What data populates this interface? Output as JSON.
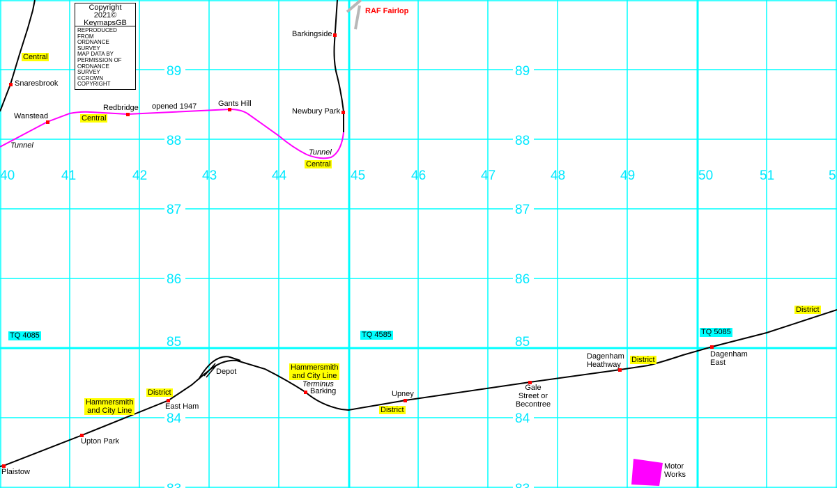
{
  "colors": {
    "grid": "#00ffff",
    "central_line": "#ff00ff",
    "track": "#000000",
    "station": "#ff0000",
    "line_label_bg": "#ffff00",
    "grid_ref_bg": "#00ffff",
    "airfield": "#ff0000"
  },
  "copyright": {
    "line1": "Copyright 2021©",
    "line2": "KeymapsGB"
  },
  "os_notice": [
    "REPRODUCED FROM",
    "ORDNANCE SURVEY",
    "MAP DATA BY",
    "PERMISSION OF",
    "ORDNANCE SURVEY",
    "©CROWN COPYRIGHT"
  ],
  "eastings": [
    "40",
    "41",
    "42",
    "43",
    "44",
    "45",
    "46",
    "47",
    "48",
    "49",
    "50",
    "51",
    "5"
  ],
  "northings": {
    "n89": "89",
    "n88": "88",
    "n87": "87",
    "n86": "86",
    "n85": "85",
    "n84": "84",
    "n83": "83"
  },
  "grid_refs": {
    "tq4085": "TQ 4085",
    "tq4585": "TQ 4585",
    "tq5085": "TQ 5085"
  },
  "stations": {
    "snaresbrook": "Snaresbrook",
    "wanstead": "Wanstead",
    "redbridge": "Redbridge",
    "gants_hill": "Gants Hill",
    "barkingside": "Barkingside",
    "newbury_park": "Newbury Park",
    "plaistow": "Plaistow",
    "upton_park": "Upton Park",
    "east_ham": "East Ham",
    "barking": "Barking",
    "upney": "Upney",
    "gale_street": [
      "Gale",
      "Street or",
      "Becontree"
    ],
    "dagenham_heathway": [
      "Dagenham",
      "Heathway"
    ],
    "dagenham_east": [
      "Dagenham",
      "East"
    ]
  },
  "line_labels": {
    "central": "Central",
    "district": "District",
    "hammersmith": [
      "Hammersmith",
      "and City Line"
    ]
  },
  "annotations": {
    "opened": "opened 1947",
    "tunnel": "Tunnel",
    "terminus": "Terminus",
    "depot": "Depot",
    "raf": "RAF Fairlop",
    "motor": [
      "Motor",
      "Works"
    ]
  }
}
